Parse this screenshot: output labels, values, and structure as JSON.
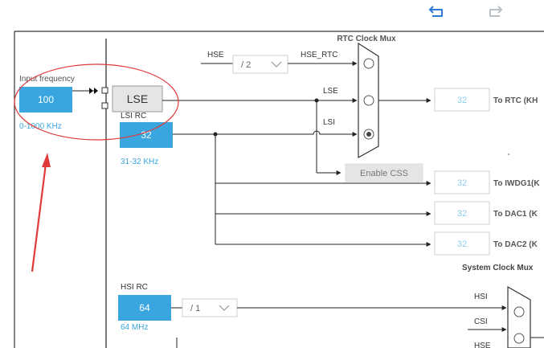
{
  "toolbar": {
    "undo_icon": "undo-icon",
    "redo_icon": "redo-icon"
  },
  "rtc_mux": {
    "title": "RTC Clock Mux",
    "hse_label": "HSE",
    "hse_rtc_label": "HSE_RTC",
    "lse_label": "LSE",
    "lsi_label": "LSI"
  },
  "hse_div": {
    "value": "/ 2"
  },
  "input_frequency": {
    "label": "Input frequency",
    "value": "100",
    "range": "0-1000 KHz"
  },
  "lse_block": {
    "label": "LSE"
  },
  "lsi_rc": {
    "label": "LSI RC",
    "value": "32",
    "range": "31-32 KHz"
  },
  "css": {
    "label": "Enable CSS"
  },
  "outputs": [
    {
      "value": "32",
      "label": "To RTC (KH"
    },
    {
      "value": "32",
      "label": "To IWDG1(K"
    },
    {
      "value": "32",
      "label": "To DAC1 (K"
    },
    {
      "value": "32",
      "label": "To DAC2 (K"
    }
  ],
  "sys_mux": {
    "title": "System Clock Mux",
    "hsi_label": "HSI",
    "csi_label": "CSI",
    "hse_label": "HSE"
  },
  "hsi_rc": {
    "label": "HSI RC",
    "value": "64",
    "range": "64 MHz"
  },
  "hsi_div": {
    "value": "/ 1"
  },
  "colors": {
    "accent": "#3aa6e0",
    "annotation": "#e03a3a",
    "line": "#1a1a1a",
    "grey_box": "#e5e5e5"
  }
}
